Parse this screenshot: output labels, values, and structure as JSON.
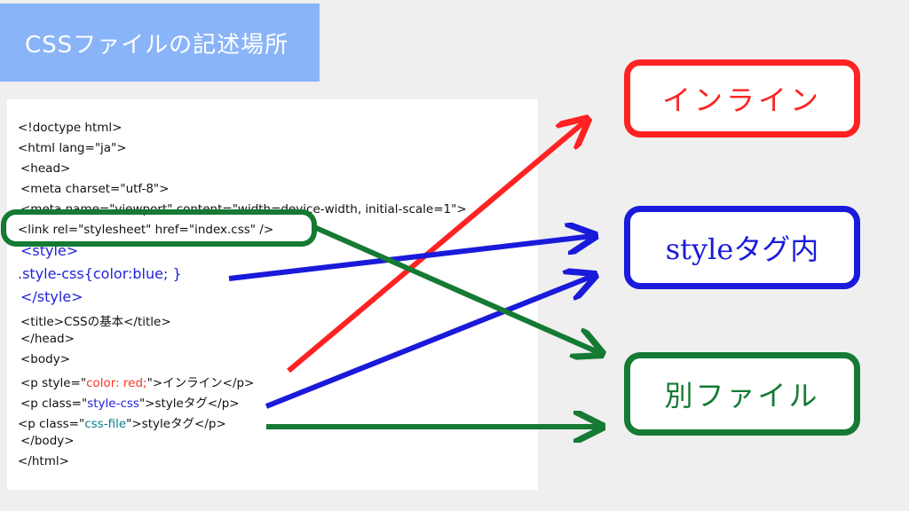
{
  "title": "CSSファイルの記述場所",
  "code_lines": [
    "<!doctype html>",
    "<html lang=\"ja\">",
    " <head>",
    " <meta charset=\"utf-8\">",
    " <meta name=\"viewport\" content=\"width=device-width, initial-scale=1\">",
    "<link rel=\"stylesheet\" href=\"index.css\" />",
    " <style>",
    " .style-css{color:blue; }",
    " </style>",
    " <title>CSSの基本</title>",
    " </head>",
    " <body>",
    " <p style=\"",
    "color: red;",
    "\">インライン</p>",
    " <p class=\"",
    "style-css",
    "\">styleタグ</p>",
    "<p class=\"",
    "css-file",
    "\">styleタグ</p>",
    " </body>",
    "</html>"
  ],
  "labels": {
    "inline": "インライン",
    "style_tag": "styleタグ内",
    "external": "別ファイル"
  },
  "colors": {
    "title_bg": "#8ab4f8",
    "red": "#ff2222",
    "blue": "#1a1adb",
    "green": "#157a33",
    "code_blue": "#2222dd",
    "code_red": "#ff3322",
    "code_teal": "#0a7d8c"
  }
}
